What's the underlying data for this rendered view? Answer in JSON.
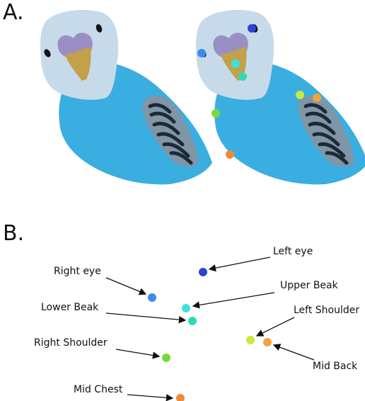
{
  "panels": {
    "a_label": "A.",
    "b_label": "B."
  },
  "keypoints": [
    {
      "id": "left-eye",
      "label": "Left eye",
      "color": "#2a44d6"
    },
    {
      "id": "right-eye",
      "label": "Right eye",
      "color": "#3b8bea"
    },
    {
      "id": "upper-beak",
      "label": "Upper Beak",
      "color": "#3ee0e0"
    },
    {
      "id": "lower-beak",
      "label": "Lower Beak",
      "color": "#2fd9b8"
    },
    {
      "id": "left-shoulder",
      "label": "Left Shoulder",
      "color": "#c9e83c"
    },
    {
      "id": "mid-back",
      "label": "Mid Back",
      "color": "#f2a33a"
    },
    {
      "id": "right-shoulder",
      "label": "Right Shoulder",
      "color": "#7bd83a"
    },
    {
      "id": "mid-chest",
      "label": "Mid Chest",
      "color": "#ee8a3a"
    }
  ],
  "colors": {
    "body_blue": "#3aaee0",
    "face": "#c7daea",
    "cere": "#9a8fc4",
    "beak": "#c2a14a",
    "wing": "#7f96a8",
    "wing_stripes": "#1e2a33"
  }
}
